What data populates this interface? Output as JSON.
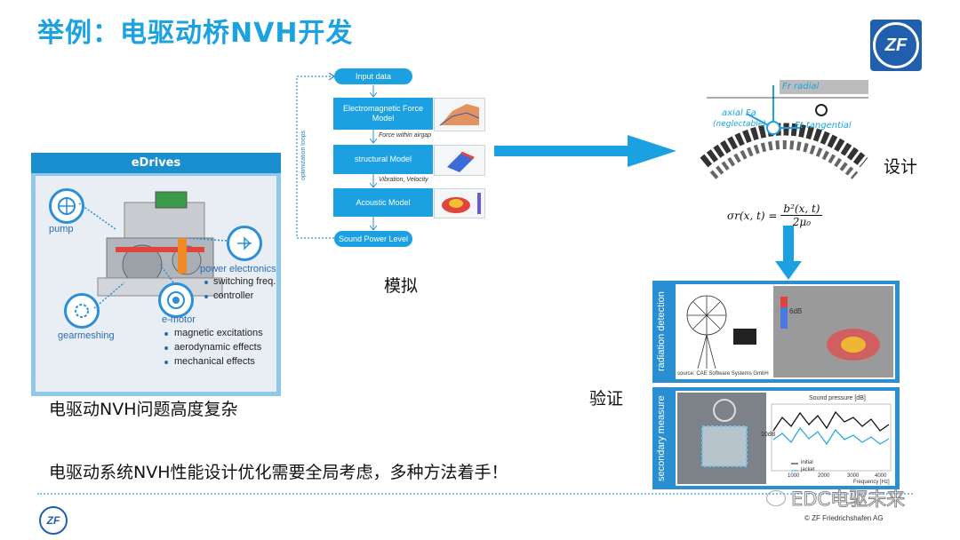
{
  "header": {
    "title": "举例：电驱动桥NVH开发",
    "logo_text": "ZF"
  },
  "labels": {
    "design": "设计",
    "simulation": "模拟",
    "validation": "验证",
    "complexity": "电驱动NVH问题高度复杂",
    "approach": "电驱动系统NVH性能设计优化需要全局考虑，多种方法着手！"
  },
  "edrives": {
    "title": "eDrives",
    "pump": "pump",
    "power_electronics": "power electronics",
    "pe_items": [
      "switching freq.",
      "controller"
    ],
    "gearmeshing": "gearmeshing",
    "emotor": "e-motor",
    "emotor_items": [
      "magnetic excitations",
      "aerodynamic effects",
      "mechanical effects"
    ]
  },
  "flow": {
    "input": "Input data",
    "em_model": "Electromagnetic Force Model",
    "note1": "Force within airgap",
    "structural": "structural Model",
    "note2": "Vibration, Velocity",
    "acoustic": "Acoustic Model",
    "output": "Sound Power Level",
    "loop_label": "optimization loops"
  },
  "design_diagram": {
    "fr": "Fr radial",
    "fa": "axial Fa",
    "fa_sub": "(neglectable)",
    "ft": "Ft tangential",
    "formula_left": "σr(x, t) =",
    "formula_num": "b²(x, t)",
    "formula_den": "2μ₀"
  },
  "validation_panels": {
    "top_label": "radiation detection",
    "top_source": "source: CAE Software Systems GmbH",
    "top_scale": "6dB",
    "bottom_label": "secondary measure",
    "chart_title": "Sound pressure [dB]",
    "chart_ylabel": "10dB",
    "chart_legend": [
      "initial",
      "jacket"
    ],
    "chart_xlabel": "Frequency [Hz]",
    "chart_ticks": [
      "1000",
      "2000",
      "3000",
      "4000"
    ]
  },
  "footer": {
    "watermark": "EDC电驱未来",
    "copyright": "© ZF Friedrichshafen AG",
    "logo_text": "ZF"
  },
  "colors": {
    "accent": "#1aa3e0",
    "panel_blue": "#2a8ed3",
    "zf_blue": "#1f5fae"
  }
}
